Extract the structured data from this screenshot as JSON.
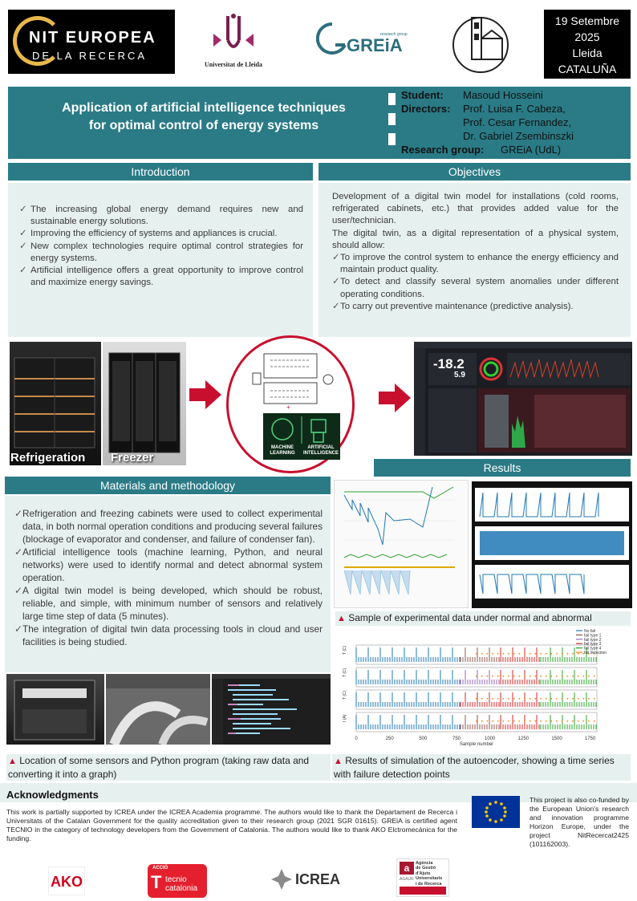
{
  "header": {
    "nit_line1": "NIT EUROPEA",
    "nit_line2": "DE LA RECERCA",
    "udl_caption": "Universitat de Lleida",
    "greia_name": "GREiA",
    "greia_sub": "research group",
    "date_lines": [
      "19 Setembre",
      "2025",
      "Lleida",
      "CATALUÑA"
    ]
  },
  "title": {
    "line1": "Application of artificial intelligence techniques",
    "line2": "for optimal control of energy systems"
  },
  "authors": {
    "student_label": "Student:",
    "student_name": "Masoud Hosseini",
    "directors_label": "Directors:",
    "directors": [
      "Prof. Luisa F. Cabeza,",
      "Prof. Cesar Fernandez,",
      "Dr. Gabriel Zsembinszki"
    ],
    "group_label": "Research group:",
    "group_name": "GREiA (UdL)"
  },
  "introduction": {
    "heading": "Introduction",
    "items": [
      "The increasing global energy demand requires new and sustainable energy solutions.",
      "Improving the efficiency of systems and appliances is crucial.",
      "New complex technologies require optimal control strategies for energy systems.",
      "Artificial intelligence offers a great opportunity to improve control and maximize energy savings."
    ]
  },
  "objectives": {
    "heading": "Objectives",
    "p1": "Development of a digital twin model for installations (cold rooms, refrigerated cabinets, etc.) that provides added value for the user/technician.",
    "p2": "The digital twin, as a digital representation of a physical system, should allow:",
    "items": [
      "To improve the control system to enhance the energy efficiency and maintain product quality.",
      "To detect and classify several system anomalies under different operating conditions.",
      "To carry out preventive maintenance (predictive analysis)."
    ]
  },
  "figure_row": {
    "label_refrigeration": "Refrigeration",
    "label_freezer": "Freezer",
    "ml_label": "MACHINE LEARNING",
    "ai_label": "ARTIFICIAL INTELLIGENCE",
    "dashboard_big_value": "-18.2",
    "dashboard_small_value": "5.9"
  },
  "results": {
    "heading": "Results",
    "caption1": "Sample of experimental data under normal and abnormal conditions",
    "caption2": "Results of simulation of the autoencoder, showing a time series with failure detection points",
    "legend": [
      "No fail",
      "fail type 1",
      "fail type 2",
      "fail type 3",
      "fail type 4",
      "fail detection"
    ],
    "legend_colors": [
      "#1f77b4",
      "#8c564b",
      "#9467bd",
      "#d62728",
      "#2ca02c",
      "#ff7f0e"
    ],
    "x_ticks": [
      "0",
      "250",
      "500",
      "750",
      "1000",
      "1250",
      "1500",
      "1750"
    ],
    "x_label": "Sample number",
    "y_labels": [
      "T (C)",
      "T (C)",
      "T (C)",
      "I (A)"
    ]
  },
  "materials": {
    "heading": "Materials and methodology",
    "items": [
      "Refrigeration and freezing cabinets were used to collect experimental data, in both normal operation conditions and producing several failures (blockage of evaporator and condenser, and failure of condenser fan).",
      "Artificial intelligence tools (machine learning, Python, and neural networks) were used to identify normal and detect abnormal system operation.",
      "A digital twin model is being developed, which should be robust, reliable, and simple, with minimum number of sensors and relatively large time step of data (5 minutes).",
      "The integration of digital twin data processing tools in cloud and user facilities is being studied."
    ],
    "caption": "Location of some sensors and Python program (taking raw data and converting it into a graph)"
  },
  "ack": {
    "heading": "Acknowledgments",
    "text": "This work is partially supported by ICREA under the ICREA Academia programme. The authors would like to thank the Departament de Recerca i Universitats of the Catalan Government for the quality accreditation given to their research group (2021 SGR 01615). GREiA is certified agent TECNIO in the category of technology developers from the Government of Catalonia. The authors would like to thank AKO Elctromecánica for the funding.",
    "eu_text": "This project is also co-funded by the European Union's research and innovation programme Horizon Europe, under the project NitRecercat2425 (101162003)."
  },
  "sponsors": {
    "ako": "AKO",
    "accio": "ACCIÓ",
    "tecnio_line1": "tecnio",
    "tecnio_line2": "catalonia",
    "icrea": "ICREA",
    "agaur_line1": "Agència",
    "agaur_line2": "de Gestió",
    "agaur_line3": "d'Ajuts",
    "agaur_line4": "Universitaris",
    "agaur_line5": "i de Recerca",
    "agaur_abbr": "AGAUR"
  }
}
